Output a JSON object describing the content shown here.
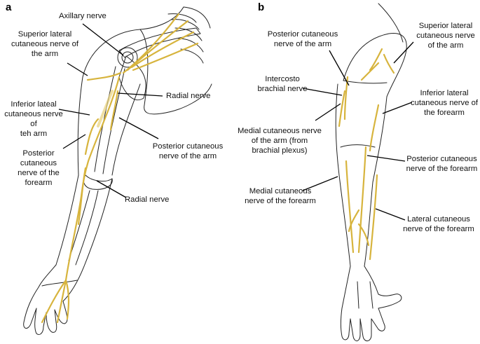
{
  "colors": {
    "nerve": "#d7b43d",
    "nerve_dark": "#b58e1e",
    "outline": "#222222",
    "leader": "#000000"
  },
  "panels": {
    "a": {
      "letter": "a",
      "labels": {
        "axillary": "Axillary nerve",
        "sup_lat": "Superior lateral\ncutaneous nerve of\nthe arm",
        "radial_top": "Radial nerve",
        "inf_lat": "Inferior lateal\ncutaneous nerve of\nteh arm",
        "post_cut_arm": "Posterior cutaneous\nnerve of the arm",
        "post_cut_forearm": "Posterior\ncutaneous\nnerve of the\nforearm",
        "radial_bottom": "Radial nerve"
      }
    },
    "b": {
      "letter": "b",
      "labels": {
        "post_cut_arm": "Posterior cutaneous\nnerve of the arm",
        "sup_lat": "Superior lateral\ncutaneous nerve\nof the arm",
        "intercosto": "Intercosto\nbrachial nerve",
        "inf_lat": "Inferior lateral\ncutaneous nerve of\nthe forearm",
        "med_cut_arm": "Medial cutaneous nerve\nof the arm (from\nbrachial plexus)",
        "post_cut_forearm": "Posterior cutaneous\nnerve of the forearm",
        "med_cut_forearm": "Medial cutaneous\nnerve of the forearm",
        "lat_cut_forearm": "Lateral cutaneous\nnerve of the forearm"
      }
    }
  }
}
